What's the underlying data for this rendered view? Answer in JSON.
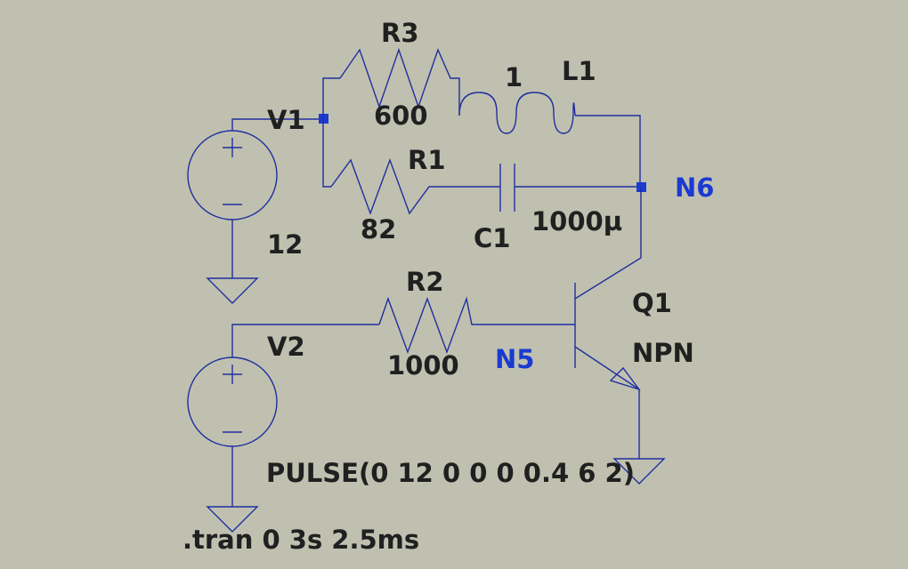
{
  "components": {
    "v1": {
      "name": "V1",
      "value": "12"
    },
    "v2": {
      "name": "V2",
      "value": "PULSE(0 12 0 0 0 0.4 6 2)"
    },
    "r1": {
      "name": "R1",
      "value": "82"
    },
    "r2": {
      "name": "R2",
      "value": "1000"
    },
    "r3": {
      "name": "R3",
      "value": "600"
    },
    "l1": {
      "name": "L1",
      "value": "1"
    },
    "c1": {
      "name": "C1",
      "value": "1000µ"
    },
    "q1": {
      "name": "Q1",
      "value": "NPN"
    }
  },
  "nets": {
    "n5": "N5",
    "n6": "N6"
  },
  "directive": ".tran 0 3s 2.5ms",
  "colors": {
    "background": "#C0C0B0",
    "wire": "#1F2F9F",
    "label": "#202020",
    "net_label": "#1A3AD0"
  }
}
